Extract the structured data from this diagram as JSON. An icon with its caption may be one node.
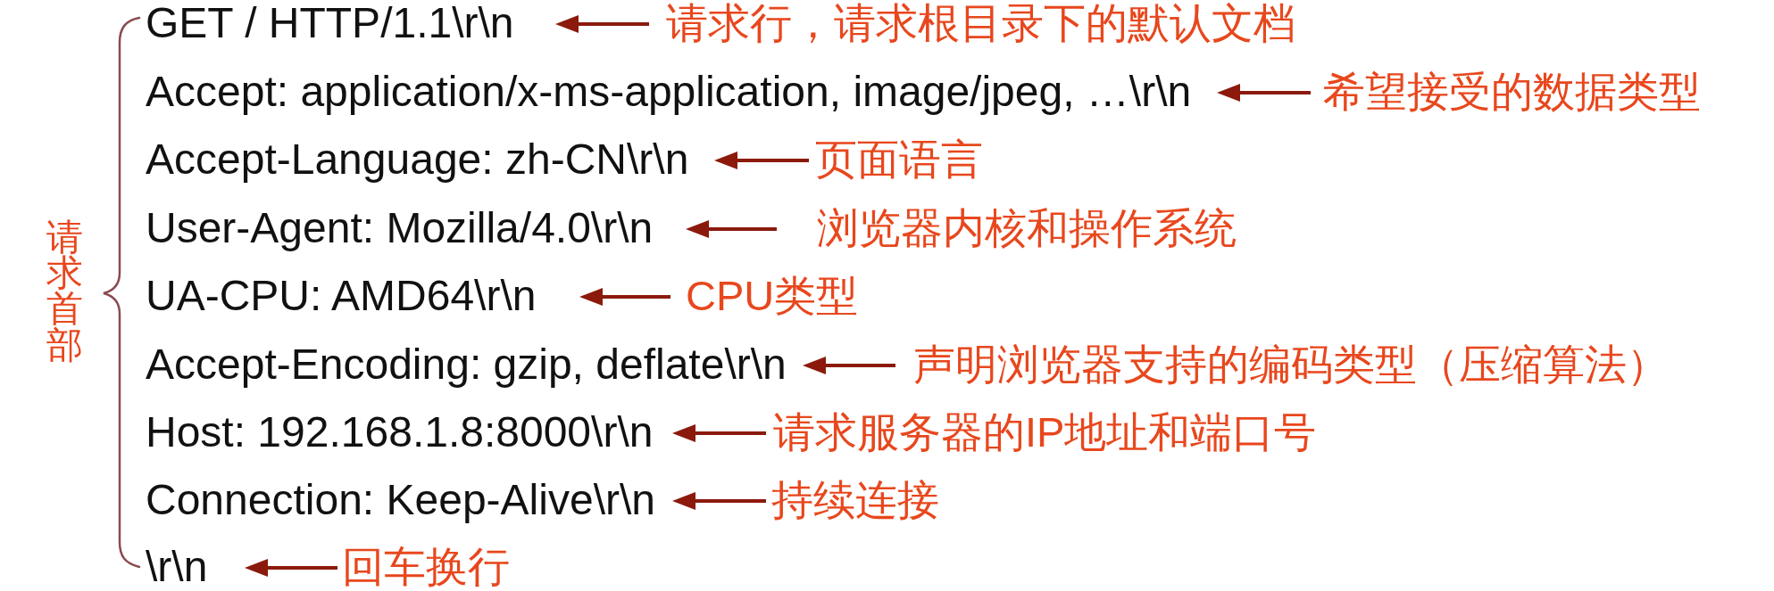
{
  "diagram": {
    "nodes": [
      {
        "text": [
          "GET / HTTP/1.1\\r\\n"
        ]
      },
      {
        "text": [
          "请求行，请求根目录下的默认文档"
        ]
      },
      {
        "text": [
          "Accept: application/x-ms-application, image/jpeg, …\\r\\n"
        ]
      },
      {
        "text": [
          "希望接受的数据类型"
        ]
      },
      {
        "text": [
          "Accept-Language: zh-CN\\r\\n"
        ]
      },
      {
        "text": [
          "页面语言"
        ]
      },
      {
        "text": [
          "User-Agent: Mozilla/4.0\\r\\n"
        ]
      },
      {
        "text": [
          "浏览器内核和操作系统"
        ]
      },
      {
        "text": [
          "UA-CPU: AMD64\\r\\n"
        ]
      },
      {
        "text": [
          "CPU类型"
        ]
      },
      {
        "text": [
          "Accept-Encoding: gzip, deflate\\r\\n"
        ]
      },
      {
        "text": [
          "声明浏览器支持的编码类型（压缩算法）"
        ]
      },
      {
        "text": [
          "Host: 192.168.1.8:8000\\r\\n"
        ]
      },
      {
        "text": [
          "请求服务器的IP地址和端口号"
        ]
      },
      {
        "text": [
          "Connection: Keep-Alive\\r\\n"
        ]
      },
      {
        "text": [
          "持续连接"
        ]
      },
      {
        "text": [
          "\\r\\n"
        ]
      },
      {
        "text": [
          "回车换行"
        ]
      }
    ],
    "edges": [
      {
        "from": 1,
        "to": 0,
        "arrow": "to"
      },
      {
        "from": 3,
        "to": 2,
        "arrow": "to"
      },
      {
        "from": 5,
        "to": 4,
        "arrow": "to"
      },
      {
        "from": 7,
        "to": 6,
        "arrow": "to"
      },
      {
        "from": 9,
        "to": 8,
        "arrow": "to"
      },
      {
        "from": 11,
        "to": 10,
        "arrow": "to"
      },
      {
        "from": 13,
        "to": 12,
        "arrow": "to"
      },
      {
        "from": 15,
        "to": 14,
        "arrow": "to"
      },
      {
        "from": 17,
        "to": 16,
        "arrow": "to"
      }
    ],
    "labels": [
      "请求首部"
    ]
  }
}
